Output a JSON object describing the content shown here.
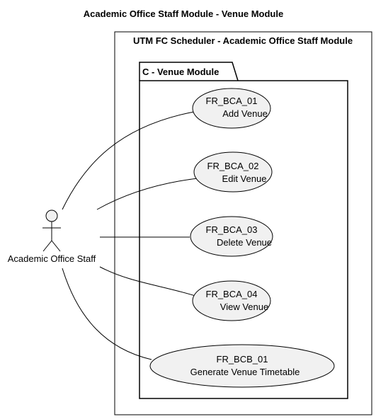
{
  "diagram": {
    "title": "Academic Office Staff Module - Venue Module",
    "system": {
      "title": "UTM FC Scheduler - Academic Office Staff Module"
    },
    "package": {
      "title": "C - Venue Module"
    },
    "actor": {
      "name": "Academic Office Staff"
    },
    "use_cases": [
      {
        "id": "FR_BCA_01",
        "label": "Add Venue"
      },
      {
        "id": "FR_BCA_02",
        "label": "Edit Venue"
      },
      {
        "id": "FR_BCA_03",
        "label": "Delete Venue"
      },
      {
        "id": "FR_BCA_04",
        "label": "View Venue"
      },
      {
        "id": "FR_BCB_01",
        "label": "Generate Venue Timetable"
      }
    ]
  }
}
